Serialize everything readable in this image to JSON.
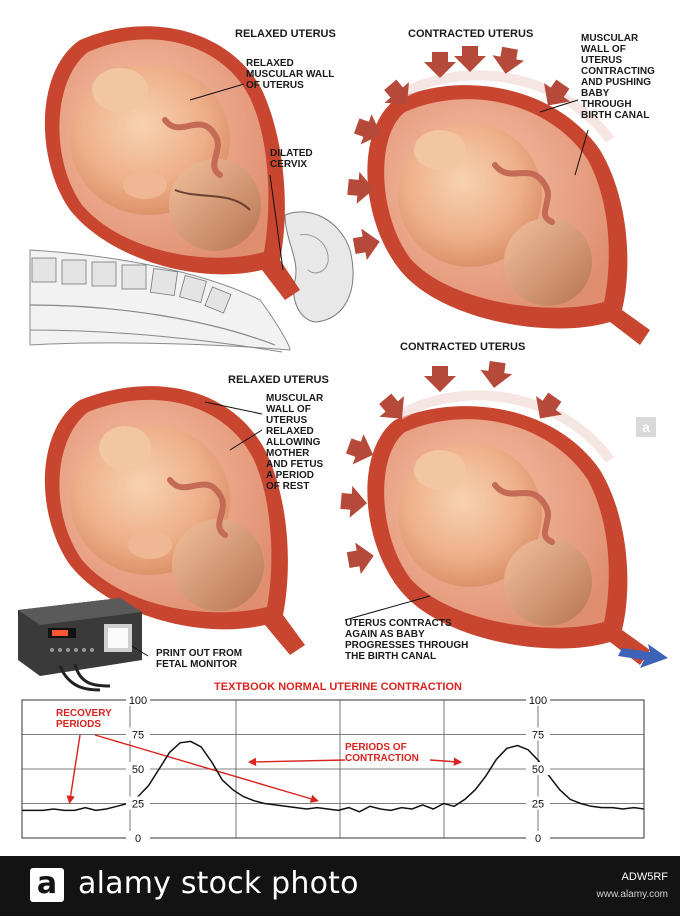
{
  "labels": {
    "top_left_title": "RELAXED UTERUS",
    "top_right_title": "CONTRACTED UTERUS",
    "mid_right_title": "CONTRACTED UTERUS",
    "mid_left_title": "RELAXED UTERUS",
    "relaxed_wall": [
      "RELAXED",
      "MUSCULAR WALL",
      "OF UTERUS"
    ],
    "dilated_cervix": [
      "DILATED",
      "CERVIX"
    ],
    "muscular_contracting": [
      "MUSCULAR",
      "WALL OF",
      "UTERUS",
      "CONTRACTING",
      "AND PUSHING",
      "BABY",
      "THROUGH",
      "BIRTH CANAL"
    ],
    "muscular_relaxed": [
      "MUSCULAR",
      "WALL OF",
      "UTERUS",
      "RELAXED",
      "ALLOWING",
      "MOTHER",
      "AND FETUS",
      "A PERIOD",
      "OF REST"
    ],
    "print_out": [
      "PRINT OUT FROM",
      "FETAL MONITOR"
    ],
    "uterus_contracts": [
      "UTERUS CONTRACTS",
      "AGAIN  AS BABY",
      "PROGRESSES THROUGH",
      "THE BIRTH CANAL"
    ]
  },
  "chart_data": {
    "type": "line",
    "title": "TEXTBOOK NORMAL UTERINE CONTRACTION",
    "xlabel": "",
    "ylabel": "",
    "ylim": [
      0,
      100
    ],
    "grid": true,
    "y_ticks_left": [
      "100",
      "75",
      "50",
      "25",
      "0"
    ],
    "y_ticks_mid": [
      "100",
      "75",
      "50",
      "25",
      "0"
    ],
    "y_tick_values": [
      100,
      75,
      50,
      25,
      0
    ],
    "series": [
      {
        "values": [
          20,
          20,
          20,
          21,
          20,
          20,
          22,
          20,
          21,
          23,
          25,
          30,
          38,
          50,
          62,
          69,
          70,
          66,
          55,
          42,
          35,
          30,
          27,
          25,
          24,
          23,
          22,
          21,
          22,
          21,
          20,
          22,
          19,
          23,
          21,
          20,
          22,
          21,
          24,
          21,
          25,
          23,
          28,
          35,
          45,
          57,
          65,
          67,
          64,
          56,
          45,
          35,
          28,
          25,
          23,
          22,
          22,
          21,
          22,
          21
        ]
      }
    ],
    "annotations": [
      "RECOVERY PERIODS",
      "PERIODS OF CONTRACTION"
    ]
  },
  "footer": {
    "brand": "alamy stock photo",
    "logo_letter": "a",
    "image_id": "ADW5RF",
    "site": "www.alamy.com"
  },
  "colors": {
    "uterus_wall": "#c8462f",
    "uterus_inner": "#efa184",
    "fetus": "#f1b98f",
    "arrows": "#b64a3a",
    "chart_red": "#d8231f",
    "footer_bg": "#131313"
  }
}
